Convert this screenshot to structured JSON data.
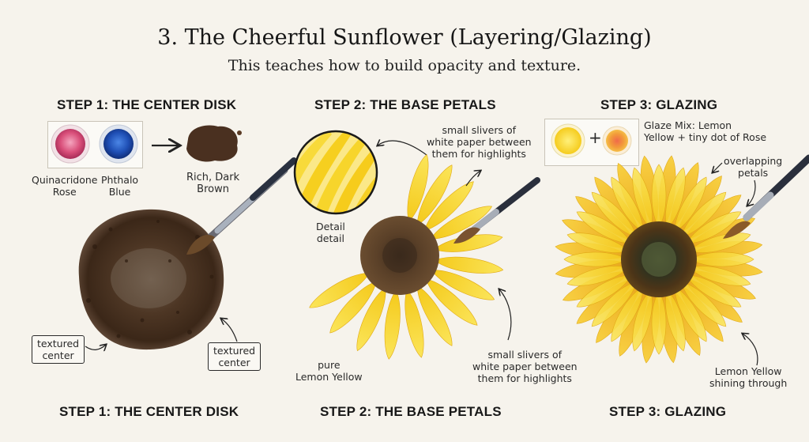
{
  "title": "3. The Cheerful Sunflower (Layering/Glazing)",
  "subtitle": "This teaches how to build opacity and texture.",
  "step1": {
    "heading": "STEP 1: THE CENTER DISK",
    "footer": "STEP 1: THE CENTER DISK",
    "swatch1": "Quinacridone\nRose",
    "swatch2": "Phthalo\nBlue",
    "result": "Rich, Dark\nBrown",
    "label_left": "textured\ncenter",
    "label_right": "textured\ncenter",
    "colors": {
      "rose": "#d94f7a",
      "blue": "#1f4fb5",
      "brown": "#4a3020"
    }
  },
  "step2": {
    "heading": "STEP 2: THE BASE PETALS",
    "footer": "STEP 2: THE BASE PETALS",
    "note_top": "small slivers of\nwhite paper between\nthem for highlights",
    "note_bottom": "small slivers of\nwhite paper between\nthem for highlights",
    "detail_label": "Detail\ndetail",
    "pure_label": "pure\nLemon Yellow",
    "colors": {
      "lemon": "#f7d21e"
    }
  },
  "step3": {
    "heading": "STEP 3: GLAZING",
    "footer": "STEP 3: GLAZING",
    "glaze_mix": "Glaze Mix: Lemon\nYellow + tiny dot of Rose",
    "plus": "+",
    "overlap_label": "overlapping\npetals",
    "shine_label": "Lemon Yellow\nshining through",
    "colors": {
      "glaze": "#f2a93a",
      "petal": "#f2b41c"
    }
  }
}
